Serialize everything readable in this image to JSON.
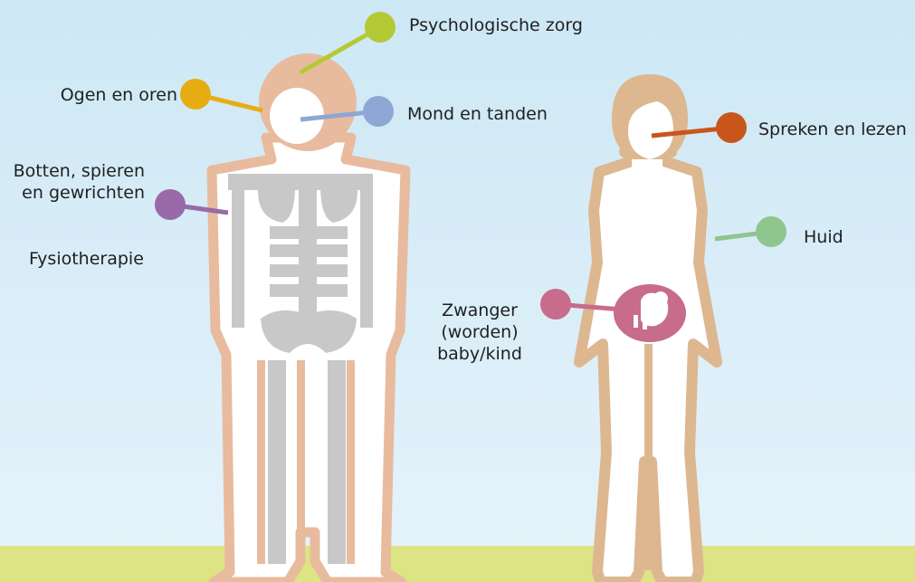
{
  "labels": {
    "psychologische_zorg": "Psychologische zorg",
    "ogen_en_oren": "Ogen en oren",
    "mond_en_tanden": "Mond en tanden",
    "spreken_en_lezen": "Spreken en lezen",
    "botten_line1": "Botten, spieren",
    "botten_line2": "en gewrichten",
    "fysiotherapie": "Fysiotherapie",
    "huid": "Huid",
    "zwanger_line1": "Zwanger",
    "zwanger_line2": "(worden)",
    "zwanger_line3": "baby/kind"
  },
  "colors": {
    "sky_top": "#cfe9f6",
    "sky_bottom": "#e3f2fb",
    "ground": "#dde483",
    "body_outline": "#e8bb9e",
    "body_outline_right": "#ddb790",
    "skeleton": "#c8c8c8",
    "dot_psychologische_zorg": "#b4c936",
    "dot_ogen_en_oren": "#e8ac13",
    "dot_mond_en_tanden": "#8ea7d4",
    "dot_spreken_en_lezen": "#c8561c",
    "dot_botten": "#9a6aa8",
    "dot_huid": "#8ec68e",
    "dot_zwanger": "#c76c8b"
  }
}
